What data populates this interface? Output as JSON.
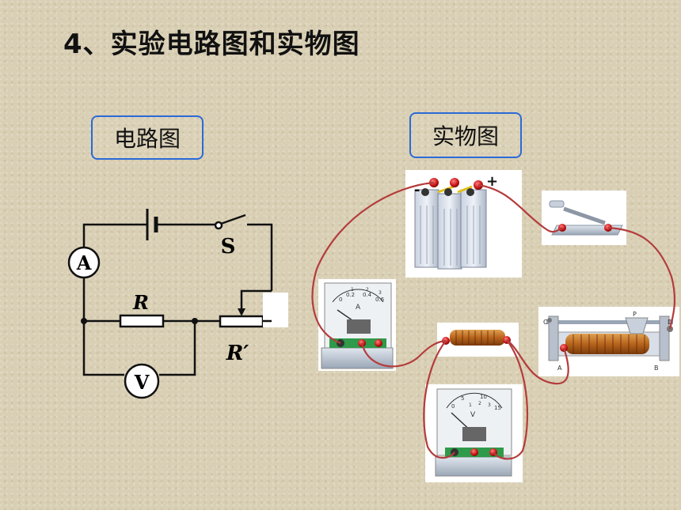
{
  "title": "4、实验电路图和实物图",
  "labels": {
    "circuit": "电路图",
    "physical": "实物图"
  },
  "circuit_symbols": {
    "ammeter": "A",
    "voltmeter": "V",
    "switch": "S",
    "resistor": "R",
    "rheostat": "R′"
  },
  "battery_signs": {
    "negative": "-",
    "positive": "+"
  },
  "ammeter_scale": [
    "0",
    "0.2",
    "0.4",
    "0.6"
  ],
  "ammeter_minor": [
    "1",
    "2",
    "3"
  ],
  "ammeter_letter": "A",
  "voltmeter_scale": [
    "0",
    "5",
    "10",
    "15"
  ],
  "voltmeter_minor": [
    "1",
    "2",
    "3"
  ],
  "voltmeter_letter": "V",
  "rheostat_marks": {
    "c": "C",
    "d": "D",
    "p": "P",
    "a": "A",
    "b": "B"
  },
  "colors": {
    "wire": "#b43c3c",
    "border": "#2a6ad8",
    "terminal_red": "#cc1a1a",
    "terminal_black": "#333333"
  }
}
